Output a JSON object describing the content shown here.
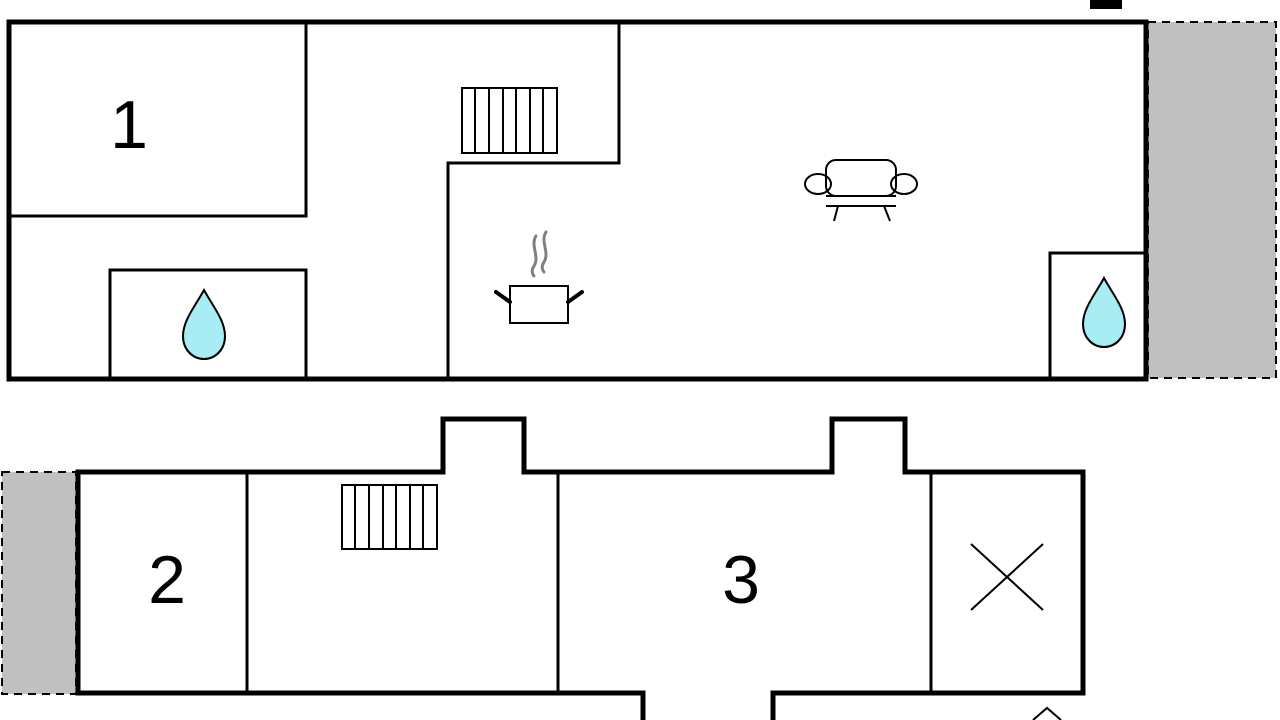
{
  "floorplan": {
    "rooms": [
      {
        "id": "bedroom-1",
        "label": "1"
      },
      {
        "id": "bedroom-2",
        "label": "2"
      },
      {
        "id": "bedroom-3",
        "label": "3"
      }
    ],
    "icons": {
      "stairs": "stairs-icon",
      "water": "water-drop-icon",
      "kitchen": "cooking-pot-icon",
      "living": "sofa-icon",
      "cross": "cross-icon"
    },
    "colors": {
      "terrace": "#c0c0c0",
      "water": "#a8ecf4",
      "walls": "#000000",
      "steam": "#808080"
    }
  }
}
